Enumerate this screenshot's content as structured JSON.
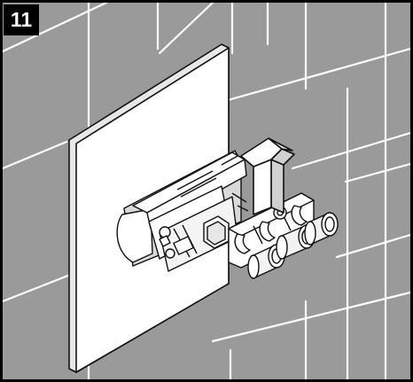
{
  "step": {
    "number": "11"
  },
  "colors": {
    "wall": "#9a9a9a",
    "grout": "#ffffff",
    "border": "#000000",
    "plate_face": "#ffffff",
    "outline": "#111111",
    "arrow_fill": "#ffffff",
    "badge_bg": "#000000",
    "badge_text": "#ffffff"
  },
  "illustration": {
    "subject": "valve-body-removal",
    "arrow_direction": "up"
  }
}
